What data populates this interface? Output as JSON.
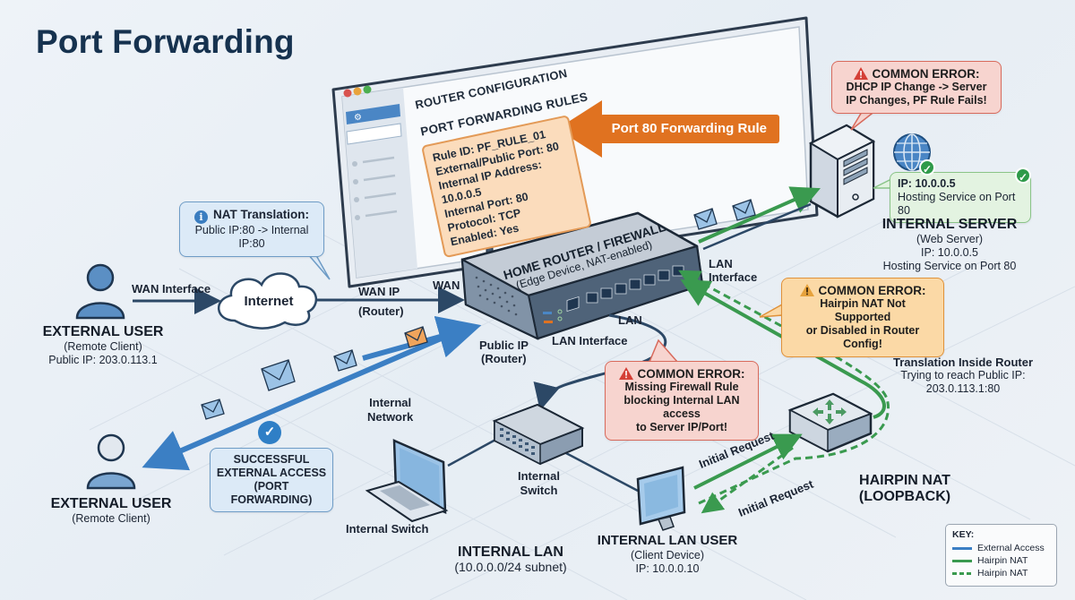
{
  "title": "Port Forwarding",
  "router_config": {
    "window_title": "ROUTER CONFIGURATION",
    "section_title": "PORT FORWARDING RULES",
    "rule_lines": [
      "Rule ID: PF_RULE_01",
      "External/Public Port: 80",
      "Internal IP Address: 10.0.0.5",
      "Internal Port: 80",
      "Protocol: TCP",
      "Enabled: Yes"
    ],
    "window_buttons": [
      "close",
      "minimize",
      "maximize"
    ]
  },
  "pf_arrow_label": "Port 80 Forwarding Rule",
  "callouts": {
    "nat": {
      "heading": "NAT Translation:",
      "body": "Public IP:80 -> Internal IP:80"
    },
    "dhcp_error": {
      "heading": "COMMON ERROR:",
      "body_lines": [
        "DHCP IP Change -> Server",
        "IP Changes, PF Rule Fails!"
      ]
    },
    "server_ok": {
      "line1": "IP: 10.0.0.5",
      "line2": "Hosting Service on Port 80"
    },
    "hairpin_error": {
      "heading": "COMMON ERROR:",
      "body_lines": [
        "Hairpin NAT Not Supported",
        "or Disabled in Router Config!"
      ]
    },
    "firewall_error": {
      "heading": "COMMON ERROR:",
      "body_lines": [
        "Missing Firewall Rule",
        "blocking Internal LAN access",
        "to Server IP/Port!"
      ]
    },
    "success": {
      "lines": [
        "SUCCESSFUL",
        "EXTERNAL ACCESS",
        "(PORT FORWARDING)"
      ]
    }
  },
  "nodes": {
    "external_user_top": {
      "name": "EXTERNAL USER",
      "role": "(Remote Client)",
      "ip": "Public IP: 203.0.113.1"
    },
    "external_user_bottom": {
      "name": "EXTERNAL USER",
      "role": "(Remote Client)"
    },
    "internet": {
      "name": "Internet"
    },
    "router": {
      "name": "HOME ROUTER / FIREWALL",
      "subtitle": "(Edge Device, NAT-enabled)"
    },
    "internal_server": {
      "name": "INTERNAL SERVER",
      "role": "(Web Server)",
      "ip": "IP: 10.0.0.5",
      "service": "Hosting Service on Port 80"
    },
    "internal_switch": {
      "name_lines": [
        "Internal",
        "Switch"
      ]
    },
    "laptop": {
      "name": "Internal Switch"
    },
    "internal_lan": {
      "name": "INTERNAL LAN",
      "subnet": "(10.0.0.0/24 subnet)"
    },
    "lan_user": {
      "name": "INTERNAL LAN USER",
      "role": "(Client Device)",
      "ip": "IP: 10.0.0.10"
    },
    "hairpin": {
      "name": "HAIRPIN NAT",
      "subtitle": "(LOOPBACK)"
    }
  },
  "link_labels": {
    "wan_interface": "WAN Interface",
    "wan_ip": "WAN IP",
    "wan_ip_sub": "(Router)",
    "wan": "WAN",
    "public_ip": "Public IP",
    "public_ip_sub": "(Router)",
    "lan": "LAN",
    "lan_interface_bottom": "LAN Interface",
    "lan_interface_right": [
      "LAN",
      "Interface"
    ],
    "internal_network": [
      "Internal",
      "Network"
    ],
    "initial_request_1": "Initial Request",
    "initial_request_2": "Initial Request",
    "translation": {
      "heading": "Translation Inside Router",
      "line1": "Trying to reach Public IP:",
      "line2": "203.0.113.1:80"
    }
  },
  "key": {
    "title": "KEY:",
    "items": [
      {
        "label": "External Access",
        "color": "#3b7fc4",
        "style": "solid"
      },
      {
        "label": "Hairpin NAT",
        "color": "#3a9a4f",
        "style": "solid"
      },
      {
        "label": "Hairpin NAT",
        "color": "#3a9a4f",
        "style": "dashed"
      }
    ]
  },
  "colors": {
    "external_access": "#3b7fc4",
    "hairpin": "#3a9a4f",
    "wire": "#2c4866",
    "forwarding_accent": "#e07220",
    "error_red": "#d86a5c",
    "error_orange": "#e0923a"
  }
}
